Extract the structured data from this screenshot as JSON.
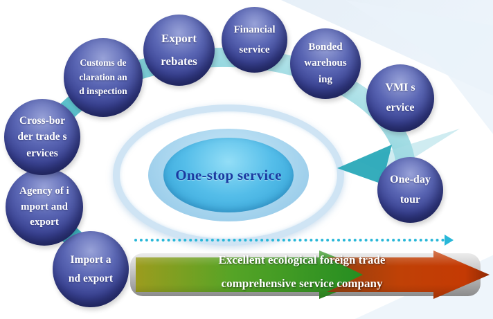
{
  "center": {
    "label": "One-stop service"
  },
  "spheres": [
    {
      "name": "import-and-export",
      "lines": [
        "Import a",
        "nd export"
      ]
    },
    {
      "name": "agency-of-import-and-export",
      "lines": [
        "Agency of i",
        "mport and",
        "export"
      ]
    },
    {
      "name": "cross-border-trade-services",
      "lines": [
        "Cross-bor",
        "der trade s",
        "ervices"
      ]
    },
    {
      "name": "customs-declaration-and-inspection",
      "lines": [
        "Customs de",
        "claration an",
        "d inspection"
      ]
    },
    {
      "name": "export-rebates",
      "lines": [
        "Export",
        "rebates"
      ]
    },
    {
      "name": "financial-service",
      "lines": [
        "Financial",
        "service"
      ]
    },
    {
      "name": "bonded-warehousing",
      "lines": [
        "Bonded",
        "warehous",
        "ing"
      ]
    },
    {
      "name": "vmi-service",
      "lines": [
        "VMI s",
        "ervice"
      ]
    },
    {
      "name": "one-day-tour",
      "lines": [
        "One-day",
        "tour"
      ]
    }
  ],
  "banner": {
    "line1": "Excellent ecological foreign trade",
    "line2": "comprehensive service company"
  },
  "colors": {
    "sphere": "#3a4394",
    "center_text": "#1a3aa0",
    "center_ellipse": "#3fb0e0",
    "ring": "#cfe4f4",
    "ribbon": "#2aa9b8",
    "dotted_arrow": "#28b7d8",
    "banner_green": "#55a426",
    "banner_red": "#c04106",
    "banner_text": "#ffffff"
  }
}
